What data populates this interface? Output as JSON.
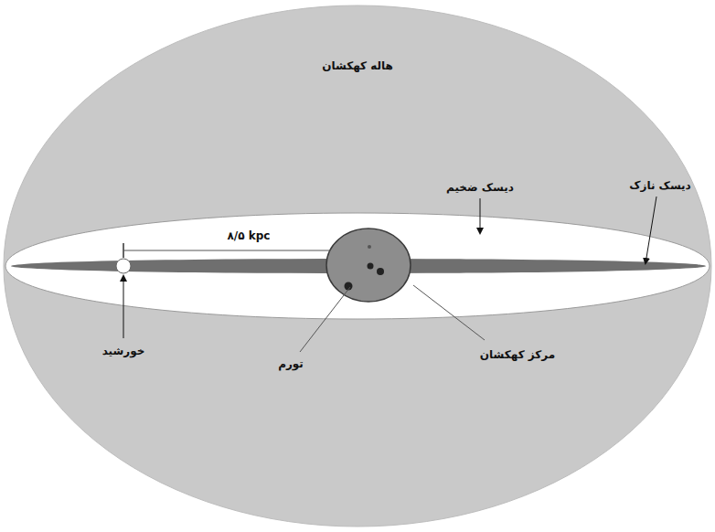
{
  "diagram": {
    "nodes": [
      {
        "text": [
          "هاله کهکشان"
        ]
      }
    ],
    "labels": [
      "دیسک ضخیم",
      "دیسک نازک",
      "۸/۵ kpc",
      "خورشید",
      "تورم",
      "مرکز کهکشان"
    ]
  }
}
